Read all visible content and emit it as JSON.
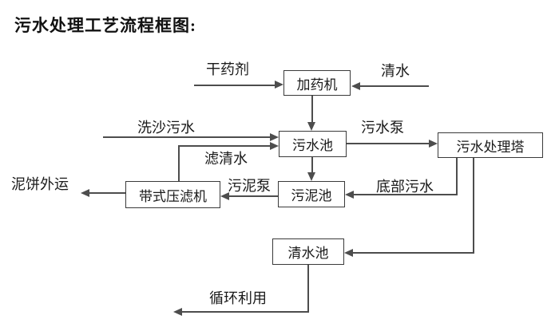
{
  "title": "污水处理工艺流程框图:",
  "nodes": {
    "dosing_machine": "加药机",
    "sewage_pool": "污水池",
    "treatment_tower": "污水处理塔",
    "belt_filter_press": "带式压滤机",
    "sludge_pool": "污泥池",
    "clean_water_pool": "清水池"
  },
  "labels": {
    "dry_agent": "干药剂",
    "clean_water": "清水",
    "sand_wash_sewage": "洗沙污水",
    "filtered_water": "滤清水",
    "sewage_pump": "污水泵",
    "sludge_pump": "污泥泵",
    "mud_cake_out": "泥饼外运",
    "bottom_sewage": "底部污水",
    "recycle_use": "循环利用"
  },
  "colors": {
    "background": "#ffffff",
    "line": "#4d4d4d",
    "box_border": "#3a3a3a",
    "text": "#1a1a1a"
  }
}
